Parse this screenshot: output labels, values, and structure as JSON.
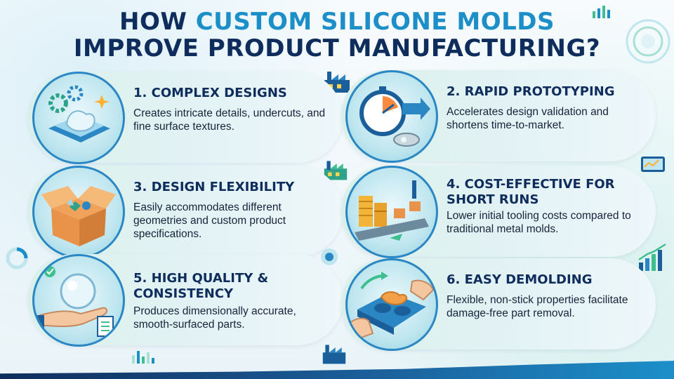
{
  "title": {
    "line1_prefix": "HOW",
    "line1_accent": "CUSTOM SILICONE MOLDS",
    "line2": "IMPROVE PRODUCT MANUFACTURING?"
  },
  "cards": [
    {
      "heading": "1. COMPLEX DESIGNS",
      "desc": "Creates intricate details, undercuts, and fine surface textures."
    },
    {
      "heading": "2. RAPID PROTOTYPING",
      "desc": "Accelerates design validation and shortens time-to-market."
    },
    {
      "heading": "3. DESIGN FLEXIBILITY",
      "desc": "Easily accommodates different geometries and custom product specifications."
    },
    {
      "heading": "4. COST-EFFECTIVE FOR SHORT RUNS",
      "desc": "Lower initial tooling costs compared to traditional metal molds."
    },
    {
      "heading": "5. HIGH QUALITY & CONSISTENCY",
      "desc": "Produces dimensionally accurate, smooth-surfaced parts."
    },
    {
      "heading": "6. EASY DEMOLDING",
      "desc": "Flexible, non-stick properties facilitate damage-free part removal."
    }
  ],
  "colors": {
    "navy": "#0f2d5c",
    "accent": "#1c8fc9",
    "green": "#3fbf8f"
  }
}
